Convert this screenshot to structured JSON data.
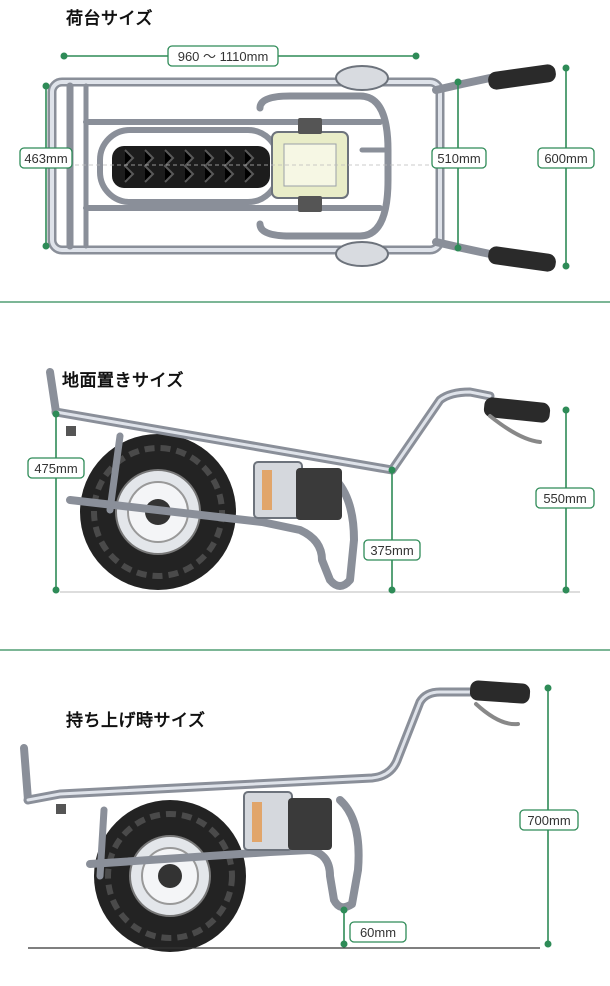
{
  "sections": {
    "bed": {
      "title": "荷台サイズ",
      "length": "960 ～ 1110mm",
      "width_inner": "463mm",
      "width_mid": "510mm",
      "width_outer": "600mm"
    },
    "ground": {
      "title": "地面置きサイズ",
      "rear_height": "475mm",
      "handle_height": "550mm",
      "bed_front_height": "375mm"
    },
    "lifted": {
      "title": "持ち上げ時サイズ",
      "handle_height": "700mm",
      "clearance": "60mm"
    }
  },
  "colors": {
    "accent": "#2e8b57",
    "frame": "#8a8f99"
  }
}
